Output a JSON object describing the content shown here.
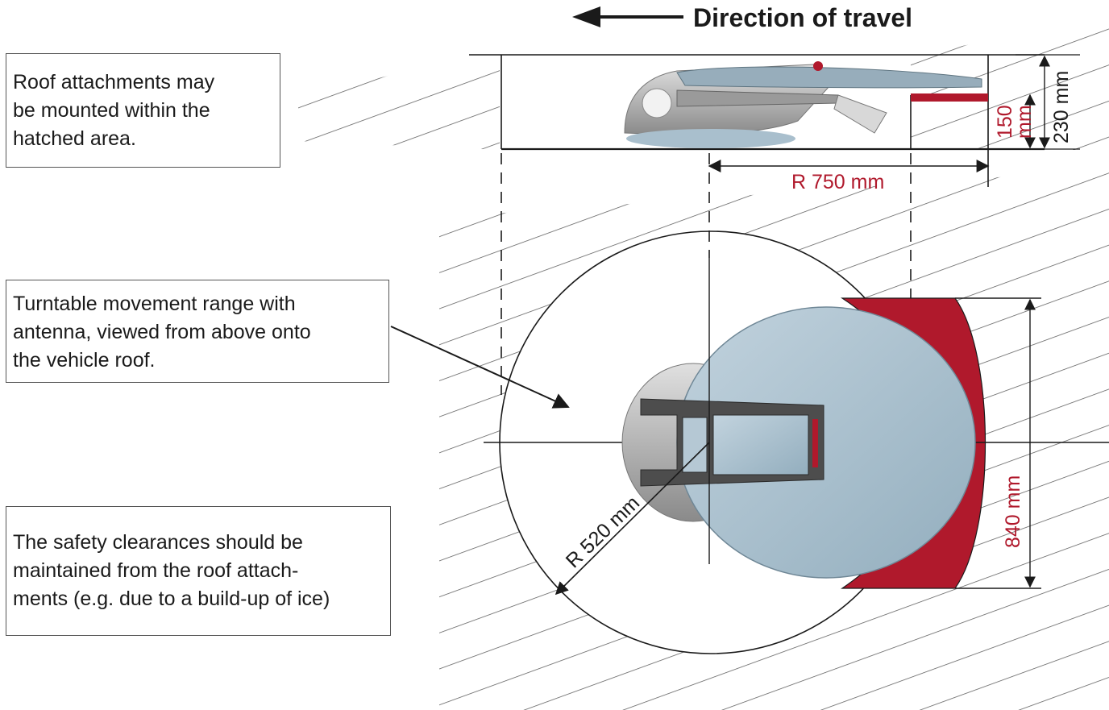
{
  "header": {
    "direction_label": "Direction of travel"
  },
  "notes": {
    "roof_attachments": "Roof attachments may\nbe mounted within the\nhatched area.",
    "turntable_range": "Turntable movement range with\nantenna, viewed from above onto\nthe vehicle roof.",
    "safety_clearances": "The safety clearances should be\nmaintained from the roof attach-\nments (e.g. due to a build-up of ice)"
  },
  "dimensions": {
    "radius_side": "R 750 mm",
    "height_red": "150\nmm",
    "height_total": "230 mm",
    "radius_top": "R 520 mm",
    "width_red": "840 mm"
  },
  "colors": {
    "clearance_red": "#b0192c",
    "dish_blue": "#a9bfcd",
    "hatch": "#5a5a5a",
    "line": "#1a1a1a"
  },
  "icons": {
    "direction_arrow": "arrow-left-icon"
  }
}
